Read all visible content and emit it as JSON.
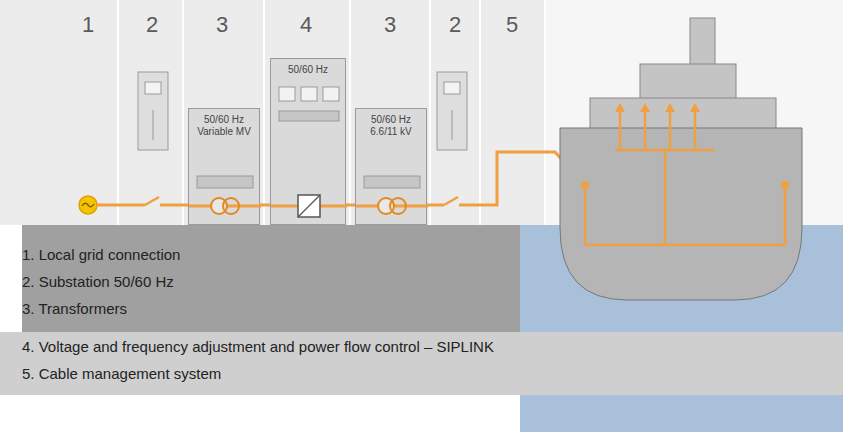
{
  "diagram": {
    "nodes": [
      {
        "text": [
          "50/60 Hz Variable MV"
        ]
      },
      {
        "text": [
          "50/60 Hz"
        ]
      },
      {
        "text": [
          "50/60 Hz 6.6/11 kV"
        ]
      }
    ],
    "edges": [
      {
        "from": 0,
        "to": 1,
        "arrow": "none"
      },
      {
        "from": 1,
        "to": 2,
        "arrow": "none"
      }
    ],
    "labels": [
      "1",
      "2",
      "3",
      "4",
      "3",
      "2",
      "5",
      "1. Local grid connection",
      "2. Substation 50/60 Hz",
      "3. Transformers",
      "4. Voltage and frequency adjustment and power flow control – SIPLINK",
      "5. Cable management system"
    ]
  }
}
